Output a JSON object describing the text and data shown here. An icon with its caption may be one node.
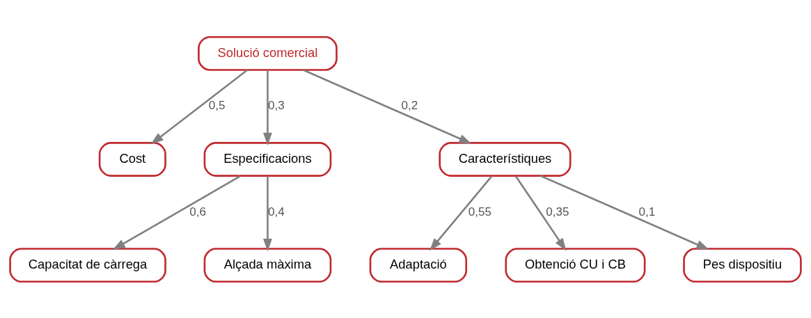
{
  "diagram": {
    "nodes": [
      {
        "text": [
          "Solució comercial"
        ]
      },
      {
        "text": [
          "Cost"
        ]
      },
      {
        "text": [
          "Especificacions"
        ]
      },
      {
        "text": [
          "Característiques"
        ]
      },
      {
        "text": [
          "Capacitat de càrrega"
        ]
      },
      {
        "text": [
          "Alçada màxima"
        ]
      },
      {
        "text": [
          "Adaptació"
        ]
      },
      {
        "text": [
          "Obtenció CU i CB"
        ]
      },
      {
        "text": [
          "Pes dispositiu"
        ]
      }
    ],
    "edges": [
      {
        "from": 0,
        "to": 1,
        "arrow": "to",
        "label": "0,5"
      },
      {
        "from": 0,
        "to": 2,
        "arrow": "to",
        "label": "0,3"
      },
      {
        "from": 0,
        "to": 3,
        "arrow": "to",
        "label": "0,2"
      },
      {
        "from": 2,
        "to": 4,
        "arrow": "to",
        "label": "0,6"
      },
      {
        "from": 2,
        "to": 5,
        "arrow": "to",
        "label": "0,4"
      },
      {
        "from": 3,
        "to": 6,
        "arrow": "to",
        "label": "0,55"
      },
      {
        "from": 3,
        "to": 7,
        "arrow": "to",
        "label": "0,35"
      },
      {
        "from": 3,
        "to": 8,
        "arrow": "to",
        "label": "0,1"
      }
    ]
  }
}
